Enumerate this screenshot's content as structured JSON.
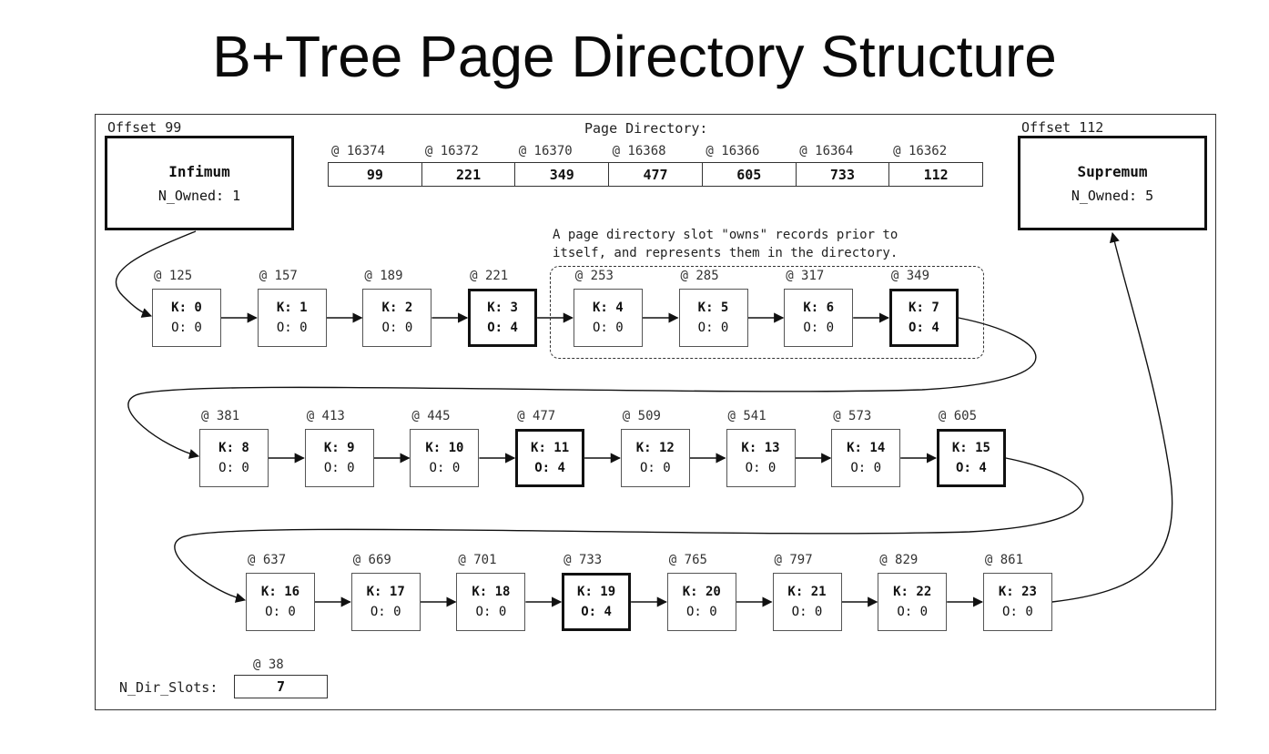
{
  "title": "B+Tree Page Directory Structure",
  "infimum": {
    "offset_label": "Offset 99",
    "name": "Infimum",
    "owned": "N_Owned: 1"
  },
  "supremum": {
    "offset_label": "Offset 112",
    "name": "Supremum",
    "owned": "N_Owned: 5"
  },
  "page_directory": {
    "label": "Page Directory:",
    "slots": [
      {
        "addr": "@ 16374",
        "value": "99"
      },
      {
        "addr": "@ 16372",
        "value": "221"
      },
      {
        "addr": "@ 16370",
        "value": "349"
      },
      {
        "addr": "@ 16368",
        "value": "477"
      },
      {
        "addr": "@ 16366",
        "value": "605"
      },
      {
        "addr": "@ 16364",
        "value": "733"
      },
      {
        "addr": "@ 16362",
        "value": "112"
      }
    ]
  },
  "annotation": "A page directory slot \"owns\" records prior to\nitself, and represents them in the directory.",
  "records": [
    {
      "addr": "@ 125",
      "k": "K: 0",
      "o": "O: 0",
      "owner": false
    },
    {
      "addr": "@ 157",
      "k": "K: 1",
      "o": "O: 0",
      "owner": false
    },
    {
      "addr": "@ 189",
      "k": "K: 2",
      "o": "O: 0",
      "owner": false
    },
    {
      "addr": "@ 221",
      "k": "K: 3",
      "o": "O: 4",
      "owner": true
    },
    {
      "addr": "@ 253",
      "k": "K: 4",
      "o": "O: 0",
      "owner": false
    },
    {
      "addr": "@ 285",
      "k": "K: 5",
      "o": "O: 0",
      "owner": false
    },
    {
      "addr": "@ 317",
      "k": "K: 6",
      "o": "O: 0",
      "owner": false
    },
    {
      "addr": "@ 349",
      "k": "K: 7",
      "o": "O: 4",
      "owner": true
    },
    {
      "addr": "@ 381",
      "k": "K: 8",
      "o": "O: 0",
      "owner": false
    },
    {
      "addr": "@ 413",
      "k": "K: 9",
      "o": "O: 0",
      "owner": false
    },
    {
      "addr": "@ 445",
      "k": "K: 10",
      "o": "O: 0",
      "owner": false
    },
    {
      "addr": "@ 477",
      "k": "K: 11",
      "o": "O: 4",
      "owner": true
    },
    {
      "addr": "@ 509",
      "k": "K: 12",
      "o": "O: 0",
      "owner": false
    },
    {
      "addr": "@ 541",
      "k": "K: 13",
      "o": "O: 0",
      "owner": false
    },
    {
      "addr": "@ 573",
      "k": "K: 14",
      "o": "O: 0",
      "owner": false
    },
    {
      "addr": "@ 605",
      "k": "K: 15",
      "o": "O: 4",
      "owner": true
    },
    {
      "addr": "@ 637",
      "k": "K: 16",
      "o": "O: 0",
      "owner": false
    },
    {
      "addr": "@ 669",
      "k": "K: 17",
      "o": "O: 0",
      "owner": false
    },
    {
      "addr": "@ 701",
      "k": "K: 18",
      "o": "O: 0",
      "owner": false
    },
    {
      "addr": "@ 733",
      "k": "K: 19",
      "o": "O: 4",
      "owner": true
    },
    {
      "addr": "@ 765",
      "k": "K: 20",
      "o": "O: 0",
      "owner": false
    },
    {
      "addr": "@ 797",
      "k": "K: 21",
      "o": "O: 0",
      "owner": false
    },
    {
      "addr": "@ 829",
      "k": "K: 22",
      "o": "O: 0",
      "owner": false
    },
    {
      "addr": "@ 861",
      "k": "K: 23",
      "o": "O: 0",
      "owner": false
    }
  ],
  "n_dir_slots": {
    "addr": "@ 38",
    "label": "N_Dir_Slots:",
    "value": "7"
  }
}
